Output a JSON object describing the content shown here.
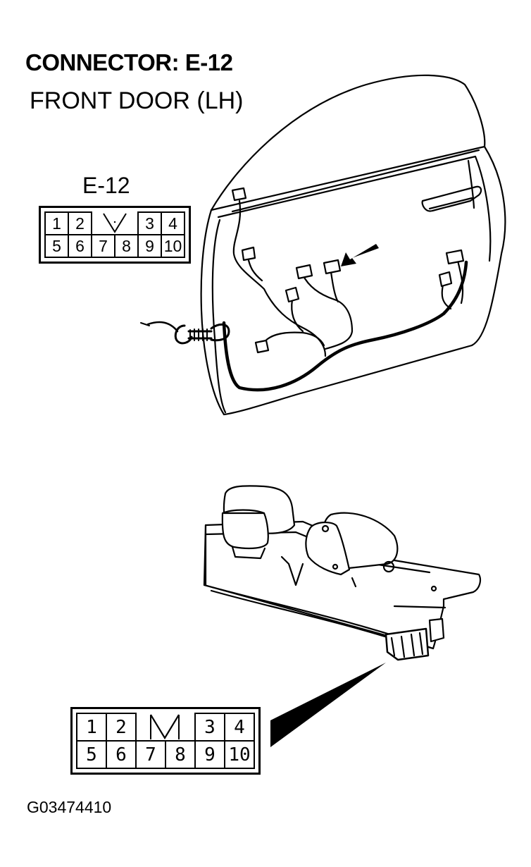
{
  "header": {
    "title": "CONNECTOR: E-12",
    "subtitle": "FRONT DOOR (LH)"
  },
  "connector_small": {
    "label": "E-12",
    "top_row": [
      "1",
      "2",
      "",
      "",
      "3",
      "4"
    ],
    "bottom_row": [
      "5",
      "6",
      "7",
      "8",
      "9",
      "10"
    ]
  },
  "connector_large": {
    "top_row": [
      "1",
      "2",
      "",
      "",
      "3",
      "4"
    ],
    "bottom_row": [
      "5",
      "6",
      "7",
      "8",
      "9",
      "10"
    ]
  },
  "footer": {
    "figure_id": "G03474410"
  },
  "icons": {
    "pointer": "arrow-icon",
    "lock_key": "triangle-key-icon"
  }
}
